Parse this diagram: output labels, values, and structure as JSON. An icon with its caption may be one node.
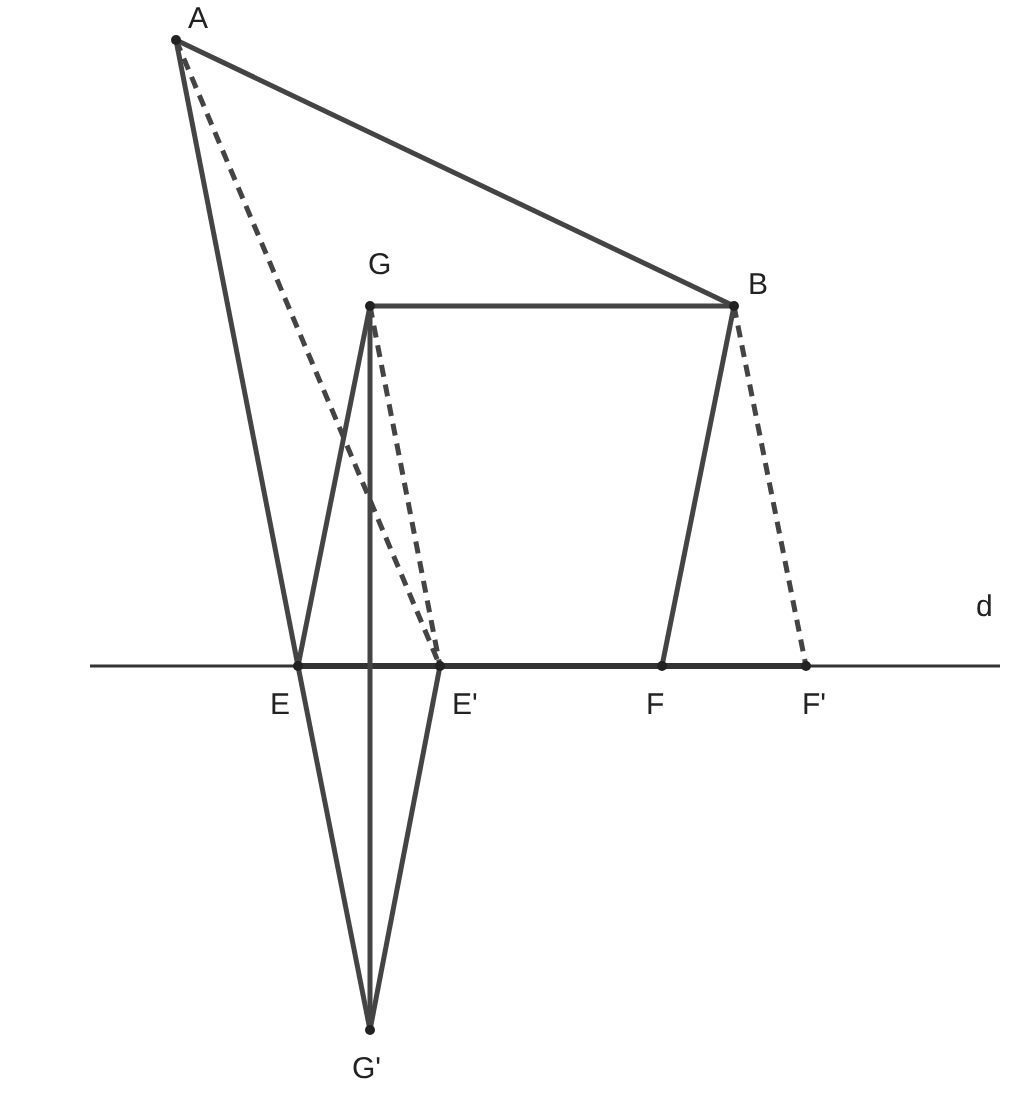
{
  "diagram": {
    "nodes": [
      {
        "text": [
          "A"
        ]
      },
      {
        "text": [
          "G"
        ]
      },
      {
        "text": [
          "B"
        ]
      },
      {
        "text": [
          "E"
        ]
      },
      {
        "text": [
          "E'"
        ]
      },
      {
        "text": [
          "F"
        ]
      },
      {
        "text": [
          "F'"
        ]
      },
      {
        "text": [
          "G'"
        ]
      }
    ],
    "edges": [
      {
        "from": 0,
        "to": 2,
        "arrow": "none"
      },
      {
        "from": 0,
        "to": 3,
        "arrow": "none"
      },
      {
        "from": 0,
        "to": 4,
        "arrow": "none",
        "style": "dashed"
      },
      {
        "from": 1,
        "to": 2,
        "arrow": "none"
      },
      {
        "from": 1,
        "to": 3,
        "arrow": "none"
      },
      {
        "from": 1,
        "to": 4,
        "arrow": "none",
        "style": "dashed"
      },
      {
        "from": 1,
        "to": 7,
        "arrow": "none"
      },
      {
        "from": 3,
        "to": 7,
        "arrow": "none"
      },
      {
        "from": 4,
        "to": 7,
        "arrow": "none"
      },
      {
        "from": 2,
        "to": 5,
        "arrow": "none"
      },
      {
        "from": 2,
        "to": 6,
        "arrow": "none",
        "style": "dashed"
      }
    ],
    "labels": [
      "d"
    ]
  }
}
